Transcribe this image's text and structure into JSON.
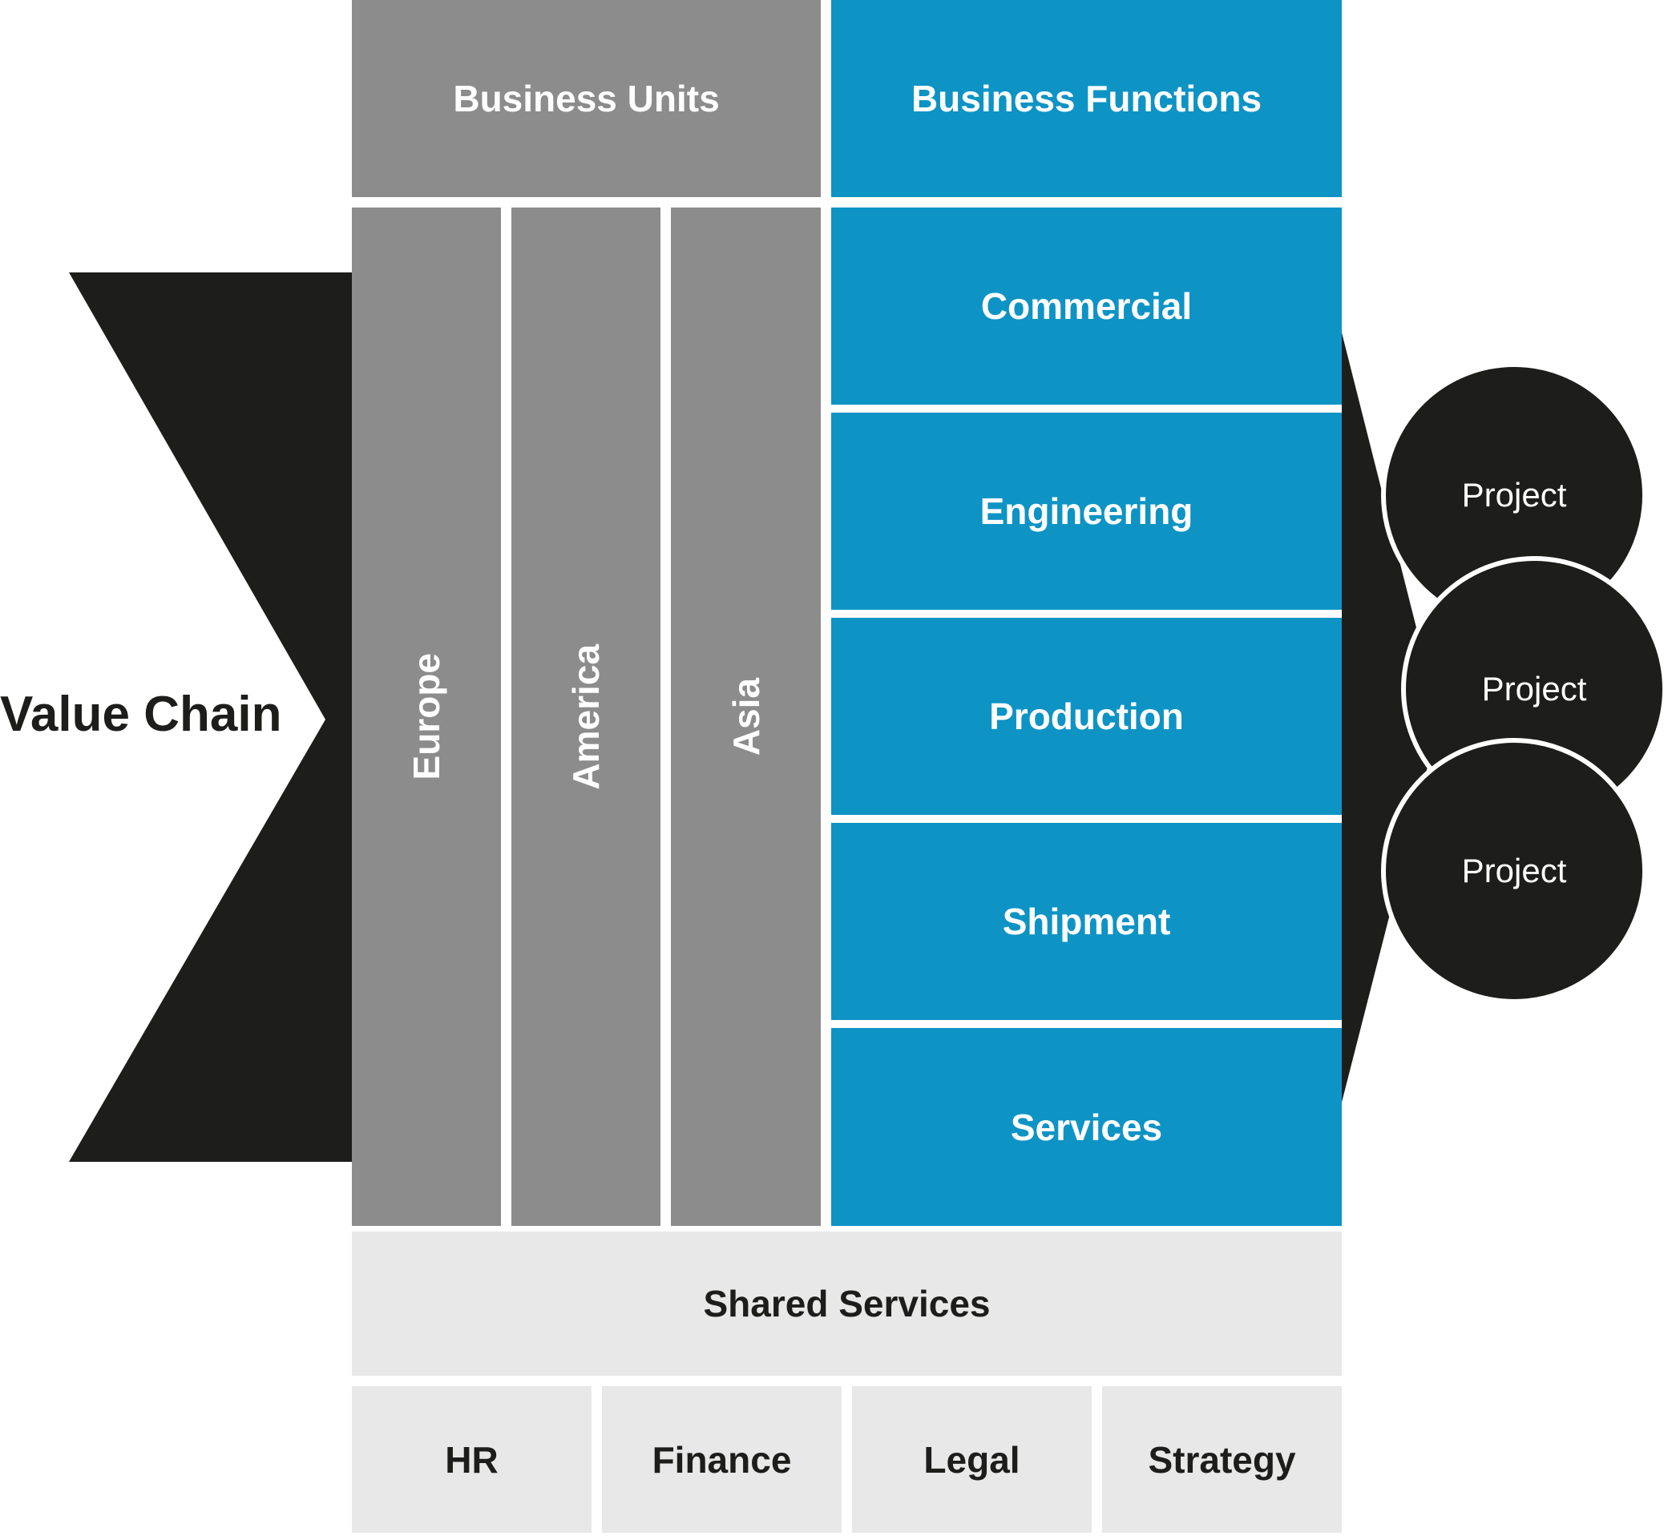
{
  "diagram": {
    "value_chain_label": "Value Chain",
    "business_units": {
      "header": "Business Units",
      "units": [
        "Europe",
        "America",
        "Asia"
      ]
    },
    "business_functions": {
      "header": "Business Functions",
      "functions": [
        "Commercial",
        "Engineering",
        "Production",
        "Shipment",
        "Services"
      ]
    },
    "projects": [
      "Project",
      "Project",
      "Project"
    ],
    "shared_services": {
      "header": "Shared Services",
      "services": [
        "HR",
        "Finance",
        "Legal",
        "Strategy"
      ]
    },
    "colors": {
      "unit_gray": "#8c8c8c",
      "function_blue": "#0e93c5",
      "arrow_black": "#1d1d1b",
      "shared_light_gray": "#e8e8e8",
      "background": "#ffffff"
    }
  }
}
